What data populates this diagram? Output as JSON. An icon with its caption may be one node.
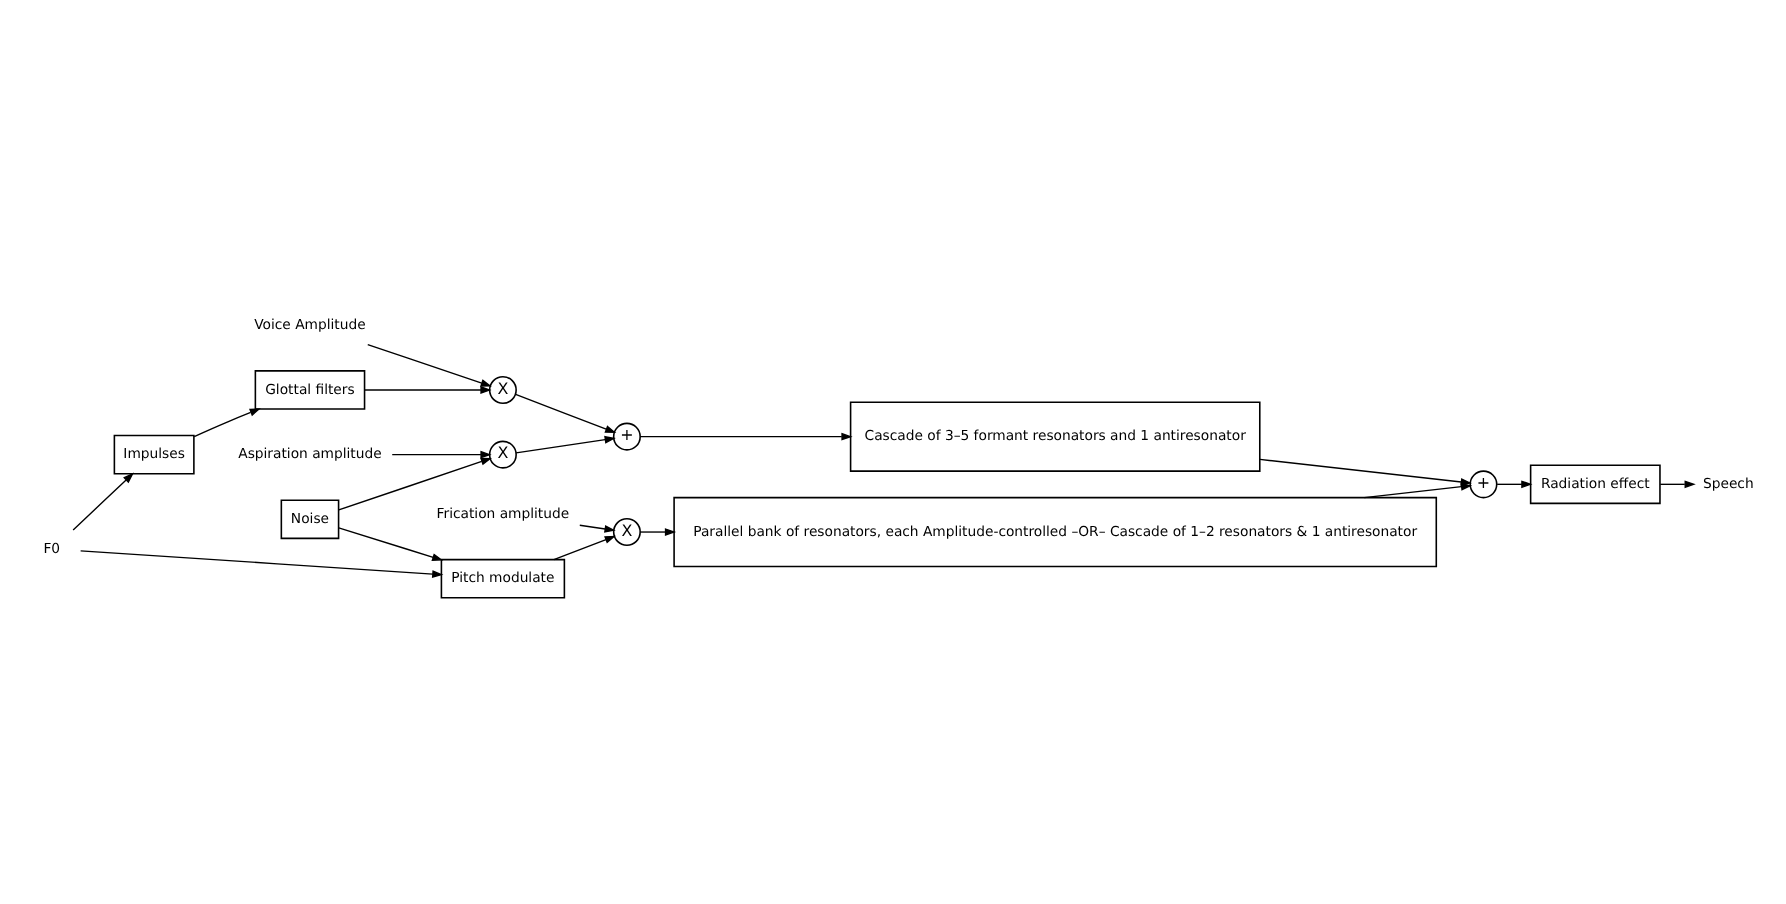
{
  "diagram": {
    "nodes": [
      {
        "text": [
          "F0"
        ]
      },
      {
        "text": [
          "Impulses"
        ]
      },
      {
        "text": [
          "Glottal filters"
        ]
      },
      {
        "text": [
          "X"
        ]
      },
      {
        "text": [
          "+"
        ]
      },
      {
        "text": [
          "Cascade of 3–5 formant resonators and 1 antiresonator"
        ]
      },
      {
        "text": [
          "Voice Amplitude"
        ]
      },
      {
        "text": [
          "Noise"
        ]
      },
      {
        "text": [
          "X"
        ]
      },
      {
        "text": [
          "Aspiration amplitude"
        ]
      },
      {
        "text": [
          "+"
        ]
      },
      {
        "text": [
          "Radiation effect"
        ]
      },
      {
        "text": [
          "Speech"
        ]
      },
      {
        "text": [
          "Pitch modulate"
        ]
      },
      {
        "text": [
          "X"
        ]
      },
      {
        "text": [
          "Frication amplitude"
        ]
      },
      {
        "text": [
          "Parallel bank of resonators, each Amplitude-controlled –OR– Cascade of 1–2 resonators & 1 antiresonator"
        ]
      }
    ],
    "edges": [
      {
        "from": 0,
        "to": 1,
        "arrow": "to"
      },
      {
        "from": 0,
        "to": 13,
        "arrow": "to"
      },
      {
        "from": 1,
        "to": 2,
        "arrow": "to"
      },
      {
        "from": 2,
        "to": 3,
        "arrow": "to"
      },
      {
        "from": 6,
        "to": 3,
        "arrow": "to"
      },
      {
        "from": 3,
        "to": 4,
        "arrow": "to"
      },
      {
        "from": 4,
        "to": 5,
        "arrow": "to"
      },
      {
        "from": 7,
        "to": 8,
        "arrow": "to"
      },
      {
        "from": 9,
        "to": 8,
        "arrow": "to"
      },
      {
        "from": 8,
        "to": 4,
        "arrow": "to"
      },
      {
        "from": 7,
        "to": 13,
        "arrow": "to"
      },
      {
        "from": 5,
        "to": 10,
        "arrow": "to"
      },
      {
        "from": 16,
        "to": 10,
        "arrow": "to"
      },
      {
        "from": 10,
        "to": 11,
        "arrow": "to"
      },
      {
        "from": 11,
        "to": 12,
        "arrow": "to"
      },
      {
        "from": 13,
        "to": 14,
        "arrow": "to"
      },
      {
        "from": 15,
        "to": 14,
        "arrow": "to"
      },
      {
        "from": 14,
        "to": 16,
        "arrow": "to"
      }
    ]
  }
}
